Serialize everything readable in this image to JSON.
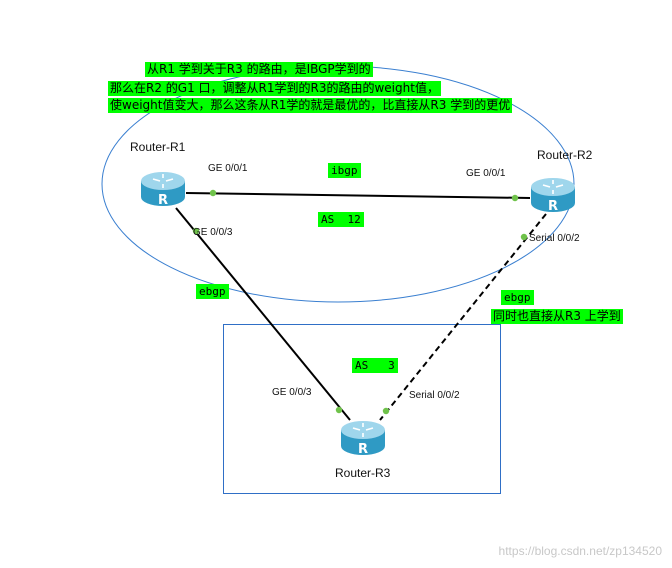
{
  "colors": {
    "highlight": "#00ff00",
    "ellipse": "#3a7fd0",
    "box": "#2f6fc6",
    "router_top": "#9fd6ec",
    "router_side": "#2f9ac4",
    "port": "#6fc24a"
  },
  "notes": {
    "line1": "从R1 学到关于R3 的路由，是IBGP学到的",
    "line2": "那么在R2 的G1 口，调整从R1学到的R3的路由的weight值，",
    "line3": "使weight值变大，那么这条从R1学的就是最优的，比直接从R3 学到的更优",
    "also_direct": "同时也直接从R3 上学到"
  },
  "tags": {
    "ibgp": "ibgp",
    "as12": "AS  12",
    "ebgp_left": "ebgp",
    "ebgp_right": "ebgp",
    "as3": "AS   3"
  },
  "routers": {
    "r1": {
      "name": "Router-R1",
      "icon": "router-icon"
    },
    "r2": {
      "name": "Router-R2",
      "icon": "router-icon"
    },
    "r3": {
      "name": "Router-R3",
      "icon": "router-icon"
    }
  },
  "interfaces": {
    "r1_ge001": "GE 0/0/1",
    "r2_ge001": "GE 0/0/1",
    "r1_ge003": "GE 0/0/3",
    "r2_serial": "Serial 0/0/2",
    "r3_ge003": "GE 0/0/3",
    "r3_serial": "Serial 0/0/2"
  },
  "watermark": "https://blog.csdn.net/zp134520"
}
